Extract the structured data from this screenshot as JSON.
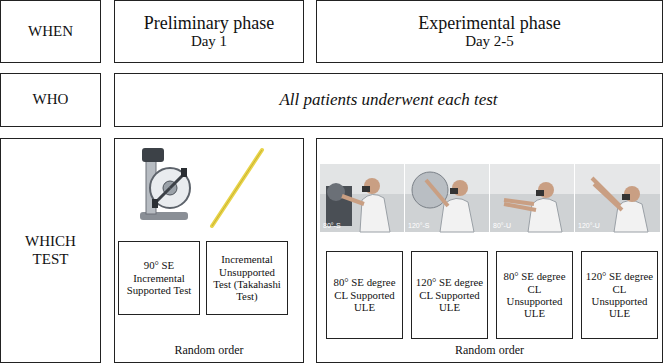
{
  "diagram": {
    "nodes": [
      {
        "text": [
          "WHEN"
        ]
      },
      {
        "text": [
          "Preliminary phase",
          "Day 1"
        ]
      },
      {
        "text": [
          "Experimental phase",
          "Day 2-5"
        ]
      },
      {
        "text": [
          "WHO"
        ]
      },
      {
        "text": [
          "All patients underwent each test"
        ]
      },
      {
        "text": [
          "WHICH TEST"
        ]
      },
      {
        "text": [
          "Random order"
        ]
      },
      {
        "text": [
          "90° SE Incremental Supported Test"
        ],
        "in": 6
      },
      {
        "text": [
          "Incremental Unsupported Test (Takahashi Test)"
        ],
        "in": 6
      },
      {
        "text": [
          "Random order"
        ]
      },
      {
        "text": [
          "80° SE degree CL Supported ULE"
        ],
        "in": 9
      },
      {
        "text": [
          "120° SE degree CL Supported ULE"
        ],
        "in": 9
      },
      {
        "text": [
          "80° SE degree CL Unsupported ULE"
        ],
        "in": 9
      },
      {
        "text": [
          "120° SE degree CL Unsupported ULE"
        ],
        "in": 9
      }
    ],
    "labels": [
      "80°-S",
      "120°-S",
      "80°-U",
      "120°-U"
    ]
  }
}
